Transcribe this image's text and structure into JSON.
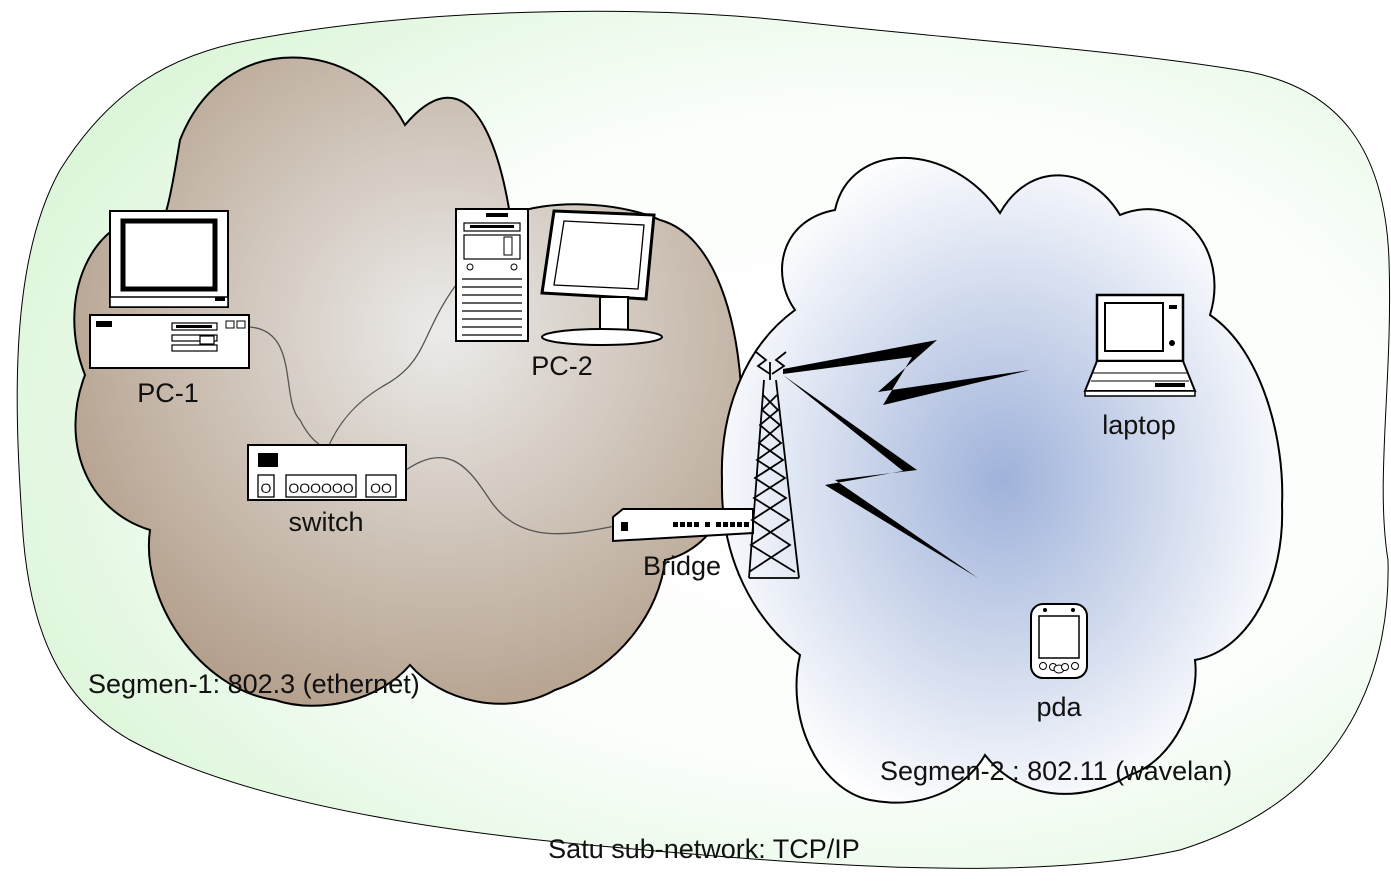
{
  "diagram": {
    "title": "Satu sub-network: TCP/IP",
    "colors": {
      "outer_fill_edge": "#d9f5d6",
      "segment1_fill": "#b4a08c",
      "segment1_center": "#ecebea",
      "segment2_fill": "#ffffff",
      "segment2_center": "#9fb2da",
      "outline": "#000000",
      "cable": "#555555"
    },
    "segments": [
      {
        "id": "segment-1",
        "label": "Segmen-1: 802.3 (ethernet)"
      },
      {
        "id": "segment-2",
        "label": "Segmen-2 : 802.11 (wavelan)"
      }
    ],
    "nodes": [
      {
        "id": "pc1",
        "label": "PC-1",
        "icon": "desktop-computer-icon"
      },
      {
        "id": "pc2",
        "label": "PC-2",
        "icon": "tower-server-monitor-icon"
      },
      {
        "id": "switch",
        "label": "switch",
        "icon": "switch-icon",
        "panel": "OOOOOO",
        "panel2": "OO",
        "port": "O"
      },
      {
        "id": "bridge",
        "label": "Bridge",
        "icon": "bridge-device-icon"
      },
      {
        "id": "tower",
        "label": "",
        "icon": "radio-tower-icon"
      },
      {
        "id": "laptop",
        "label": "laptop",
        "icon": "laptop-icon"
      },
      {
        "id": "pda",
        "label": "pda",
        "icon": "pda-icon"
      }
    ],
    "links": [
      {
        "from": "pc1",
        "to": "switch",
        "type": "cable"
      },
      {
        "from": "pc2",
        "to": "switch",
        "type": "cable"
      },
      {
        "from": "switch",
        "to": "bridge",
        "type": "cable"
      },
      {
        "from": "tower",
        "to": "laptop",
        "type": "wireless"
      },
      {
        "from": "tower",
        "to": "pda",
        "type": "wireless"
      }
    ]
  }
}
